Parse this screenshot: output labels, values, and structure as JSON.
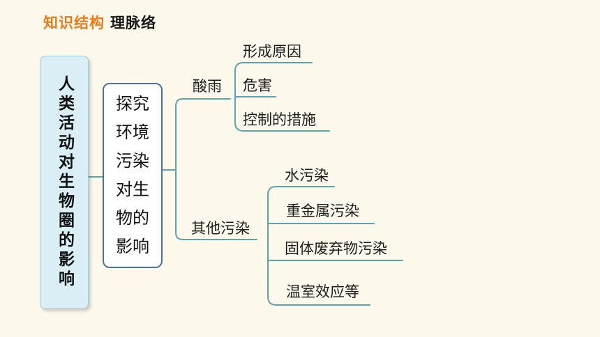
{
  "header": {
    "highlight": "知识结构",
    "rest": "理脉络"
  },
  "root": {
    "label": "人类活动对生物圈的影响"
  },
  "topic": {
    "label": "探究环境污染对生物的影响"
  },
  "branches": [
    {
      "label": "酸雨",
      "children": [
        "形成原因",
        "危害",
        "控制的措施"
      ]
    },
    {
      "label": "其他污染",
      "children": [
        "水污染",
        "重金属污染",
        "固体废弃物污染",
        "温室效应等"
      ]
    }
  ],
  "colors": {
    "line": "#5ba3b0",
    "root_fill": "#d9eef5",
    "topic_border": "#4b6fa6",
    "accent": "#f07a16"
  }
}
